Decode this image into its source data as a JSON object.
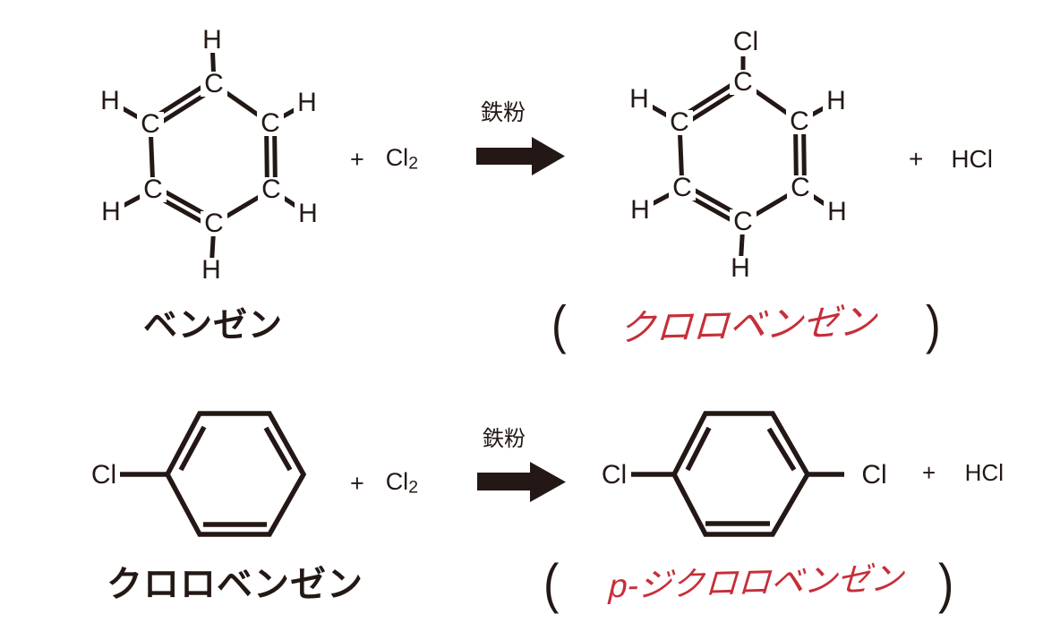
{
  "colors": {
    "ink": "#231815",
    "handwriting_red": "#c62f39",
    "paper": "#ffffff"
  },
  "atoms": {
    "carbon": "C",
    "hydrogen": "H",
    "chlorine": "Cl"
  },
  "symbols": {
    "plus": "+",
    "paren_open": "(",
    "paren_close": ")"
  },
  "reagents": {
    "chlorine_molecule": {
      "base": "Cl",
      "subscript": "2"
    },
    "hydrogen_chloride": "HCl"
  },
  "catalyst_label": "鉄粉",
  "reactions": [
    {
      "reactant_name": "ベンゼン",
      "product_name_handwritten": "クロロベンゼン"
    },
    {
      "reactant_name": "クロロベンゼン",
      "product_name_handwritten": "p-ジクロロベンゼン"
    }
  ]
}
